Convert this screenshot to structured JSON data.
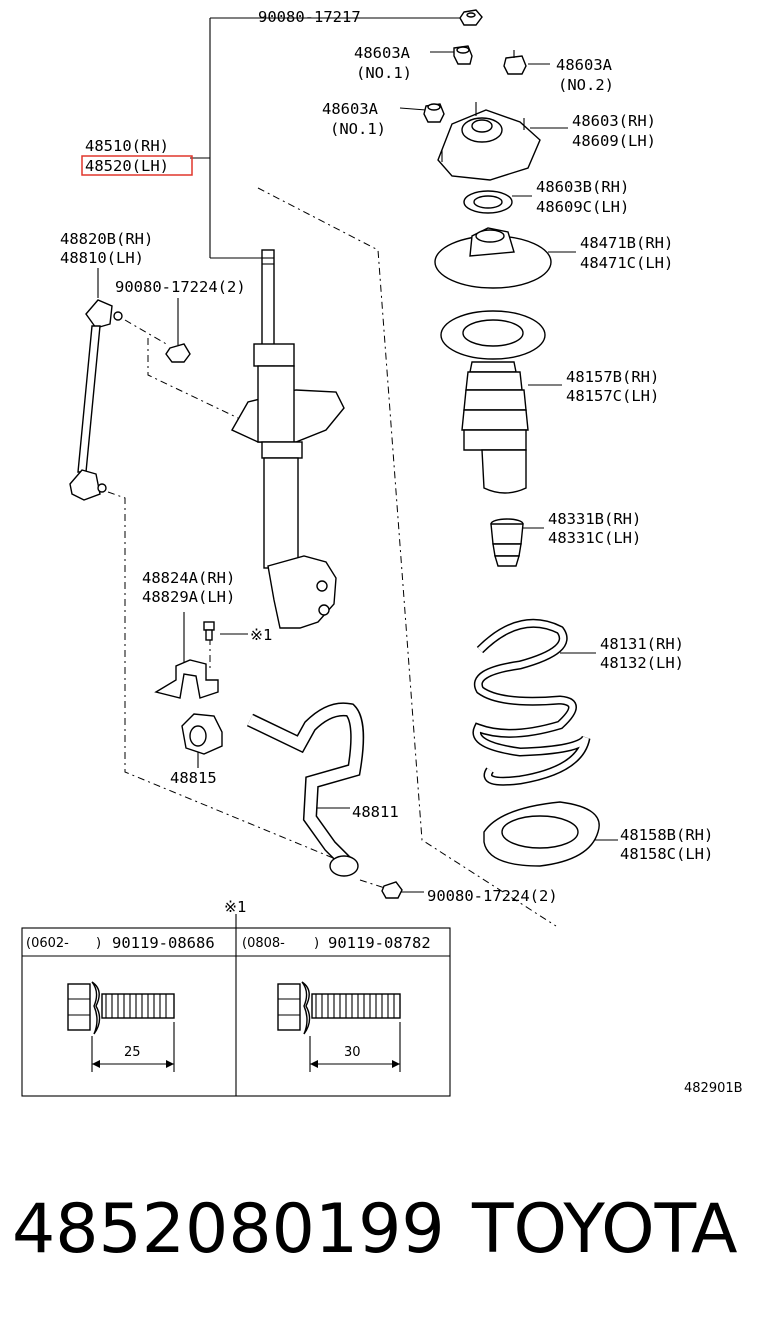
{
  "labels": {
    "top_nut": "90080-17217",
    "mount_nut_1": "48603A",
    "mount_nut_1_note": "(NO.1)",
    "mount_nut_2": "48603A",
    "mount_nut_2_note": "(NO.2)",
    "mount_nut_3": "48603A",
    "mount_nut_3_note": "(NO.1)",
    "strut_rh": "48510(RH)",
    "strut_lh": "48520(LH)",
    "support_rh": "48603(RH)",
    "support_lh": "48609(LH)",
    "bearing_rh": "48603B(RH)",
    "bearing_lh": "48609C(LH)",
    "seat_upper_rh": "48471B(RH)",
    "seat_upper_lh": "48471C(LH)",
    "link_rh": "48820B(RH)",
    "link_lh": "48810(LH)",
    "link_nut": "90080-17224(2)",
    "boot_rh": "48157B(RH)",
    "boot_lh": "48157C(LH)",
    "bumper_rh": "48331B(RH)",
    "bumper_lh": "48331C(LH)",
    "bracket_rh": "48824A(RH)",
    "bracket_lh": "48829A(LH)",
    "bolt_ref": "※1",
    "spring_rh": "48131(RH)",
    "spring_lh": "48132(LH)",
    "bushing": "48815",
    "stabilizer": "48811",
    "insulator_rh": "48158B(RH)",
    "insulator_lh": "48158C(LH)",
    "bottom_nut": "90080-17224(2)",
    "table_ref": "※1",
    "drawing_code": "482901B"
  },
  "bolt_table": {
    "cols": [
      {
        "date_from": "(0602-",
        "date_to": ")",
        "part": "90119-08686",
        "length": "25"
      },
      {
        "date_from": "(0808-",
        "date_to": ")",
        "part": "90119-08782",
        "length": "30"
      }
    ]
  },
  "footer": {
    "part_number": "4852080199",
    "brand": "TOYOTA"
  },
  "colors": {
    "highlight": "#e0362c",
    "ink": "#000000"
  }
}
